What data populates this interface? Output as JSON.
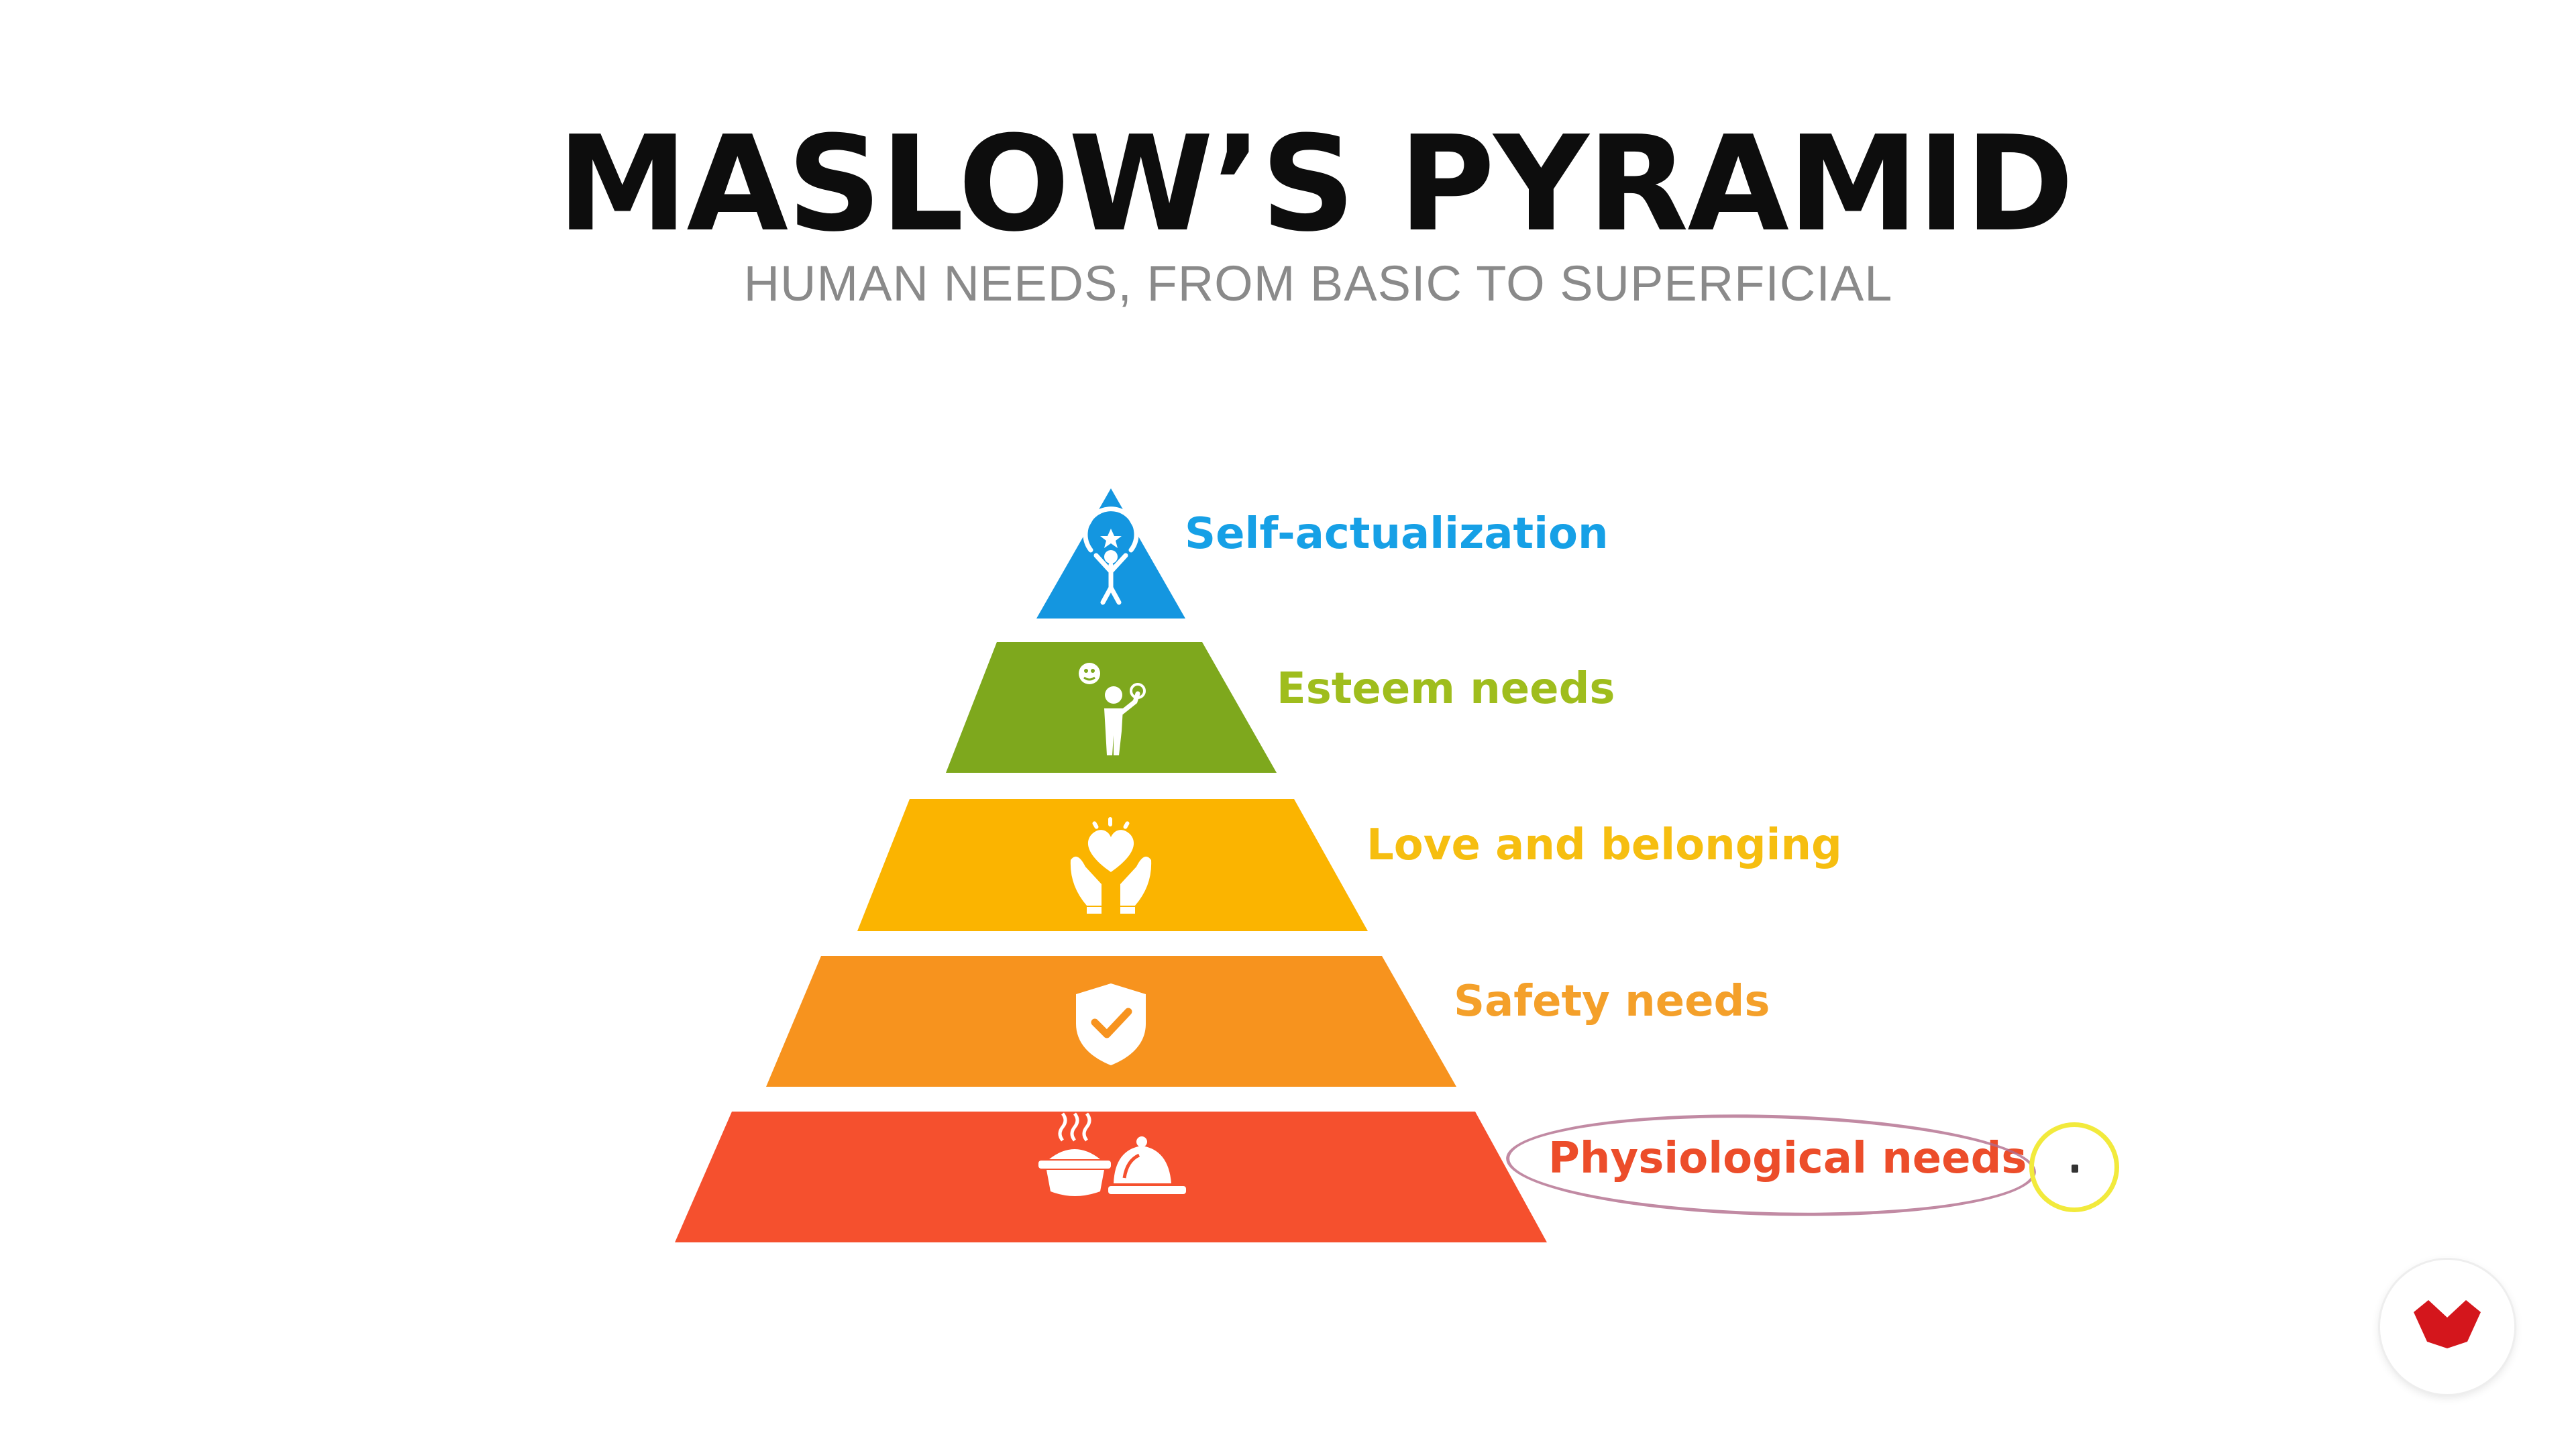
{
  "title": "MASLOW’S PYRAMID",
  "subtitle": "HUMAN NEEDS, FROM BASIC TO SUPERFICIAL",
  "levels": [
    {
      "label": "Self-actualization",
      "color": "#1496e0",
      "text_color": "#16a0e6",
      "icon": "person-star-icon"
    },
    {
      "label": "Esteem needs",
      "color": "#7ea81d",
      "text_color": "#9fbd1d",
      "icon": "person-award-icon"
    },
    {
      "label": "Love and belonging",
      "color": "#fbb400",
      "text_color": "#f6be10",
      "icon": "heart-hands-icon"
    },
    {
      "label": "Safety needs",
      "color": "#f7931e",
      "text_color": "#f4a02a",
      "icon": "shield-check-icon"
    },
    {
      "label": "Physiological needs",
      "color": "#f5502e",
      "text_color": "#ec4d2a",
      "icon": "food-cloche-icon"
    }
  ],
  "highlight": {
    "level_index": 4,
    "ellipse_color": "#b26d8c",
    "cursor_color": "#f2ea3c"
  },
  "logo": {
    "icon": "brand-logo-icon",
    "color": "#d4161c"
  }
}
